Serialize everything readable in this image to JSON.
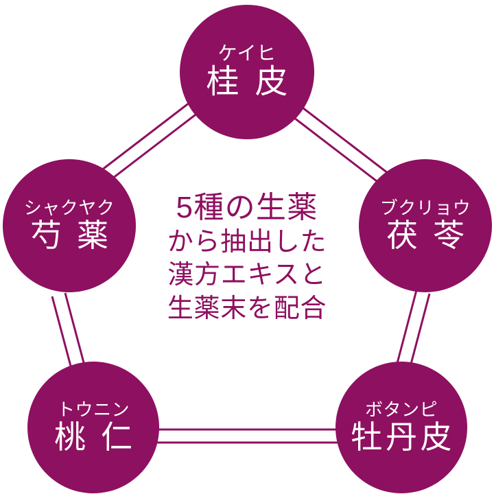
{
  "diagram": {
    "type": "pentagon-network",
    "accent_color": "#8e1060",
    "node_fill": "#8e1060",
    "node_text_color": "#ffffff",
    "background": "#ffffff",
    "connector_color": "#8e1060",
    "nodes": [
      {
        "id": "keihi",
        "kana": "ケイヒ",
        "kanji": "桂 皮"
      },
      {
        "id": "bukuryo",
        "kana": "ブクリョウ",
        "kanji": "茯 苓"
      },
      {
        "id": "botanpi",
        "kana": "ボタンピ",
        "kanji": "牡丹皮"
      },
      {
        "id": "tounin",
        "kana": "トウニン",
        "kanji": "桃 仁"
      },
      {
        "id": "shakuyaku",
        "kana": "シャクヤク",
        "kanji": "芍 薬"
      }
    ],
    "center": {
      "line1": "5種の生薬",
      "line2": "から抽出した",
      "line3": "漢方エキスと",
      "line4": "生薬末を配合"
    }
  }
}
